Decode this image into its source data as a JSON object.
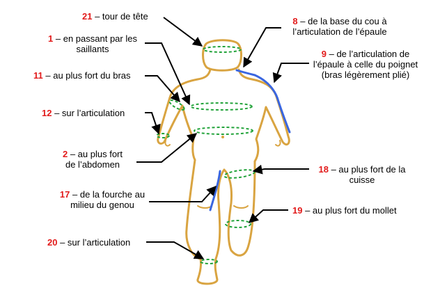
{
  "colors": {
    "body_outline": "#d9a441",
    "measure_line": "#22a33a",
    "length_line": "#3a66e0",
    "number": "#e21b1b",
    "arrow": "#000000"
  },
  "labels": [
    {
      "id": "l21",
      "num": "21",
      "lines": [
        "– tour de tête"
      ]
    },
    {
      "id": "l8",
      "num": "8",
      "lines": [
        "– de la base du cou à",
        "l’articulation de l’épaule"
      ]
    },
    {
      "id": "l1",
      "num": "1",
      "lines": [
        "– en passant par les",
        "saillants"
      ]
    },
    {
      "id": "l9",
      "num": "9",
      "lines": [
        "– de l’articulation de",
        "l’épaule à celle du poignet",
        "(bras légèrement plié)"
      ]
    },
    {
      "id": "l11",
      "num": "11",
      "lines": [
        "– au plus fort du bras"
      ]
    },
    {
      "id": "l12",
      "num": "12",
      "lines": [
        "– sur l’articulation"
      ]
    },
    {
      "id": "l2",
      "num": "2",
      "lines": [
        "– au plus fort",
        "de l’abdomen"
      ]
    },
    {
      "id": "l18",
      "num": "18",
      "lines": [
        "– au plus fort de la",
        "cuisse"
      ]
    },
    {
      "id": "l17",
      "num": "17",
      "lines": [
        "– de la fourche au",
        "milieu du genou"
      ]
    },
    {
      "id": "l19",
      "num": "19",
      "lines": [
        "– au plus fort du mollet"
      ]
    },
    {
      "id": "l20",
      "num": "20",
      "lines": [
        "– sur l’articulation"
      ]
    }
  ]
}
